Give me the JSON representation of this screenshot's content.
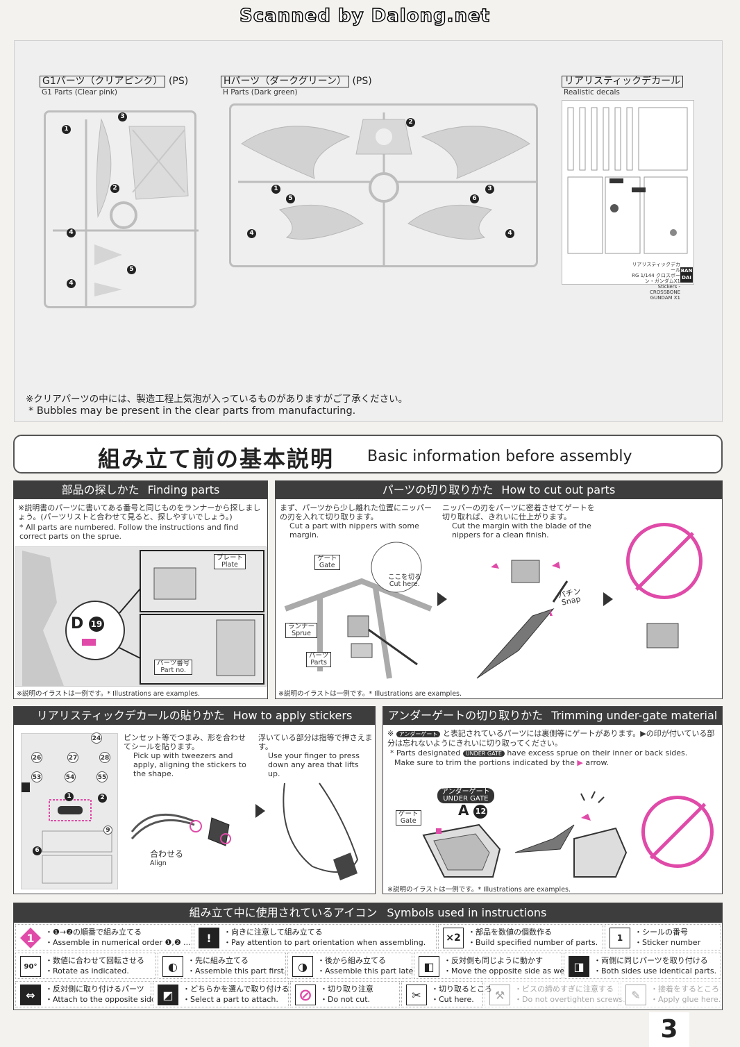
{
  "watermark": "Scanned by Dalong.net",
  "parts": {
    "g1": {
      "jp": "G1パーツ（クリアピンク）",
      "suffix": "(PS)",
      "en": "G1 Parts (Clear pink)"
    },
    "h": {
      "jp": "Hパーツ（ダークグリーン）",
      "suffix": "(PS)",
      "en": "H Parts (Dark green)"
    },
    "decal": {
      "jp": "リアリスティックデカール",
      "en": "Realistic decals"
    },
    "g1_numbers": [
      "1",
      "3",
      "2",
      "4",
      "5",
      "4"
    ],
    "h_numbers": [
      "2",
      "1",
      "5",
      "6",
      "3",
      "4",
      "4"
    ],
    "decal_footer": [
      "リアリスティックデカール",
      "RG 1/144 クロスボーン・ガンダムX1",
      "Stickers - CROSSBONE GUNDAM X1"
    ],
    "brand": "BAN DAI"
  },
  "clear_note": {
    "jp": "※クリアパーツの中には、製造工程上気泡が入っているものがありますがご了承ください。",
    "en": "* Bubbles may be present in the clear parts from manufacturing."
  },
  "section_title": {
    "jp": "組み立て前の基本説明",
    "en": "Basic information before assembly"
  },
  "finding": {
    "title_jp": "部品の探しかた",
    "title_en": "Finding parts",
    "text_jp": "※説明書のパーツに書いてある番号と同じものをランナーから探しましょう。(パーツリストと合わせて見ると、探しやすいでしょう。)",
    "text_en": "* All parts are numbered. Follow the instructions and find correct parts on the sprue.",
    "plate_jp": "プレート",
    "plate_en": "Plate",
    "partno_jp": "パーツ番号",
    "partno_en": "Part no.",
    "callout": "D",
    "callout_num": "19",
    "footnote": "※説明のイラストは一例です。* Illustrations are examples."
  },
  "cutting": {
    "title_jp": "パーツの切り取りかた",
    "title_en": "How to cut out parts",
    "step1_jp": "まず、パーツから少し離れた位置にニッパーの刃を入れて切り取ります。",
    "step1_en": "Cut a part with nippers with some margin.",
    "step2_jp": "ニッパーの刃をパーツに密着させてゲートを切り取れば、きれいに仕上がります。",
    "step2_en": "Cut the margin with the blade of the nippers for a clean finish.",
    "gate_jp": "ゲート",
    "gate_en": "Gate",
    "runner_jp": "ランナー",
    "runner_en": "Sprue",
    "parts_jp": "パーツ",
    "parts_en": "Parts",
    "cut_jp": "ここを切る",
    "cut_en": "Cut here.",
    "snap_jp": "パチン",
    "snap_en": "Snap",
    "footnote": "※説明のイラストは一例です。* Illustrations are examples."
  },
  "stickers": {
    "title_jp": "リアリスティックデカールの貼りかた",
    "title_en": "How to apply stickers",
    "step1_jp": "ピンセット等でつまみ、形を合わせてシールを貼ります。",
    "step1_en": "Pick up with tweezers and apply, aligning the stickers to the shape.",
    "step2_jp": "浮いている部分は指等で押さえます。",
    "step2_en": "Use your finger to press down any area that lifts up.",
    "align_jp": "合わせる",
    "align_en": "Align",
    "nums": [
      "24",
      "26",
      "27",
      "28",
      "53",
      "54",
      "55",
      "1",
      "2",
      "9",
      "6"
    ]
  },
  "undergate": {
    "title_jp": "アンダーゲートの切り取りかた",
    "title_en": "Trimming under-gate material",
    "text_jp_a": "※",
    "badge": "アンダーゲート",
    "text_jp_b": "と表記されているパーツには裏側等にゲートがあります。▶の印が付いている部分は忘れないようにきれいに切り取ってください。",
    "text_en_a": "* Parts designated",
    "badge_en": "UNDER GATE",
    "text_en_b": "have excess sprue on their inner or back sides.",
    "text_en_c": "Make sure to trim the portions indicated by the",
    "text_en_d": "arrow.",
    "label_jp": "アンダーゲート",
    "label_en": "UNDER GATE",
    "part": "A",
    "part_num": "12",
    "gate_jp": "ゲート",
    "gate_en": "Gate",
    "footnote": "※説明のイラストは一例です。* Illustrations are examples."
  },
  "symbols": {
    "title_jp": "組み立て中に使用されているアイコン",
    "title_en": "Symbols used in instructions",
    "items": [
      {
        "icon": "1",
        "jp": "・❶→❷の順番で組み立てる",
        "en": "・Assemble in numerical order ❶,❷ ..."
      },
      {
        "icon": "!",
        "jp": "・向きに注意して組み立てる",
        "en": "・Pay attention to part orientation when assembling."
      },
      {
        "icon": "×2",
        "jp": "・部品を数値の個数作る",
        "en": "・Build specified number of parts."
      },
      {
        "icon": "1",
        "jp": "・シールの番号",
        "en": "・Sticker number"
      },
      {
        "icon": "90°",
        "jp": "・数値に合わせて回転させる",
        "en": "・Rotate as indicated."
      },
      {
        "icon": "◐",
        "jp": "・先に組み立てる",
        "en": "・Assemble this part first."
      },
      {
        "icon": "◑",
        "jp": "・後から組み立てる",
        "en": "・Assemble this part later."
      },
      {
        "icon": "◧",
        "jp": "・反対側も同じように動かす",
        "en": "・Move the opposite side as well."
      },
      {
        "icon": "◨",
        "jp": "・両側に同じパーツを取り付ける",
        "en": "・Both sides use identical parts."
      },
      {
        "icon": "⇔",
        "jp": "・反対側に取り付けるパーツ",
        "en": "・Attach to the opposite side."
      },
      {
        "icon": "◩",
        "jp": "・どちらかを選んで取り付ける",
        "en": "・Select a part to attach."
      },
      {
        "icon": "⊘",
        "jp": "・切り取り注意",
        "en": "・Do not cut."
      },
      {
        "icon": "✂",
        "jp": "・切り取るところ",
        "en": "・Cut here."
      },
      {
        "icon": "⚒",
        "jp": "・ビスの締めすぎに注意する",
        "en": "・Do not overtighten screws."
      },
      {
        "icon": "✎",
        "jp": "・接着をするところ",
        "en": "・Apply glue here."
      }
    ]
  },
  "page_number": "3"
}
